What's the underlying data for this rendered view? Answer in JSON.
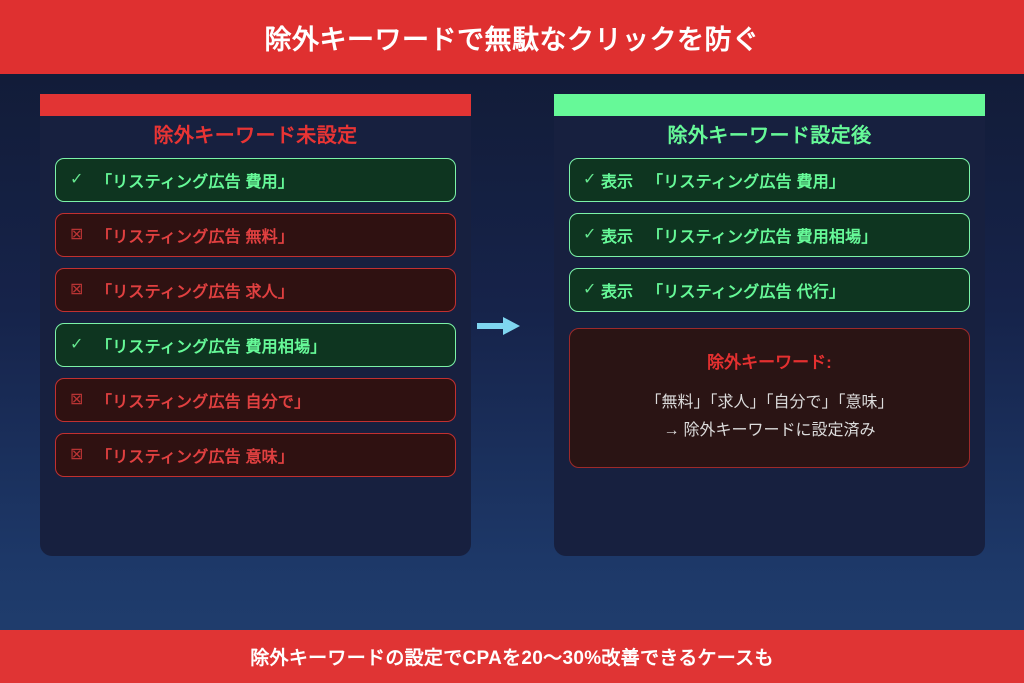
{
  "header": {
    "title": "除外キーワードで無駄なクリックを防ぐ",
    "background_color": "#df3030",
    "text_color": "#ffffff"
  },
  "footer": {
    "text": "除外キーワードの設定でCPAを20〜30%改善できるケースも",
    "background_color": "#e03434",
    "text_color": "#ffffff"
  },
  "background": {
    "gradient_top": "#111a33",
    "gradient_bottom": "#214070"
  },
  "arrow": {
    "icon": "arrow-right-icon",
    "color": "#7fd6f0",
    "direction": "right"
  },
  "left_panel": {
    "strip_color": "#e23434",
    "title": "除外キーワード未設定",
    "title_color": "#e83434",
    "panel_color": "#17203f",
    "items": [
      {
        "mark": "✓",
        "text": "「リスティング広告 費用」",
        "state": "good"
      },
      {
        "mark": "⊠",
        "text": "「リスティング広告 無料」",
        "state": "bad"
      },
      {
        "mark": "⊠",
        "text": "「リスティング広告 求人」",
        "state": "bad"
      },
      {
        "mark": "✓",
        "text": "「リスティング広告 費用相場」",
        "state": "good"
      },
      {
        "mark": "⊠",
        "text": "「リスティング広告 自分で」",
        "state": "bad"
      },
      {
        "mark": "⊠",
        "text": "「リスティング広告 意味」",
        "state": "bad"
      }
    ]
  },
  "right_panel": {
    "strip_color": "#66f998",
    "title": "除外キーワード設定後",
    "title_color": "#66f998",
    "panel_color": "#17203f",
    "items": [
      {
        "mark": "✓",
        "status": "表示",
        "text": "「リスティング広告 費用」",
        "state": "good"
      },
      {
        "mark": "✓",
        "status": "表示",
        "text": "「リスティング広告 費用相場」",
        "state": "good"
      },
      {
        "mark": "✓",
        "status": "表示",
        "text": "「リスティング広告 代行」",
        "state": "good"
      }
    ],
    "negative_box": {
      "title": "除外キーワード:",
      "title_color": "#e43030",
      "border_color": "#9e2a2a",
      "background_color": "#2a1414",
      "lines": [
        "「無料」「求人」「自分で」「意味」",
        "→ 除外キーワードに設定済み"
      ]
    }
  }
}
